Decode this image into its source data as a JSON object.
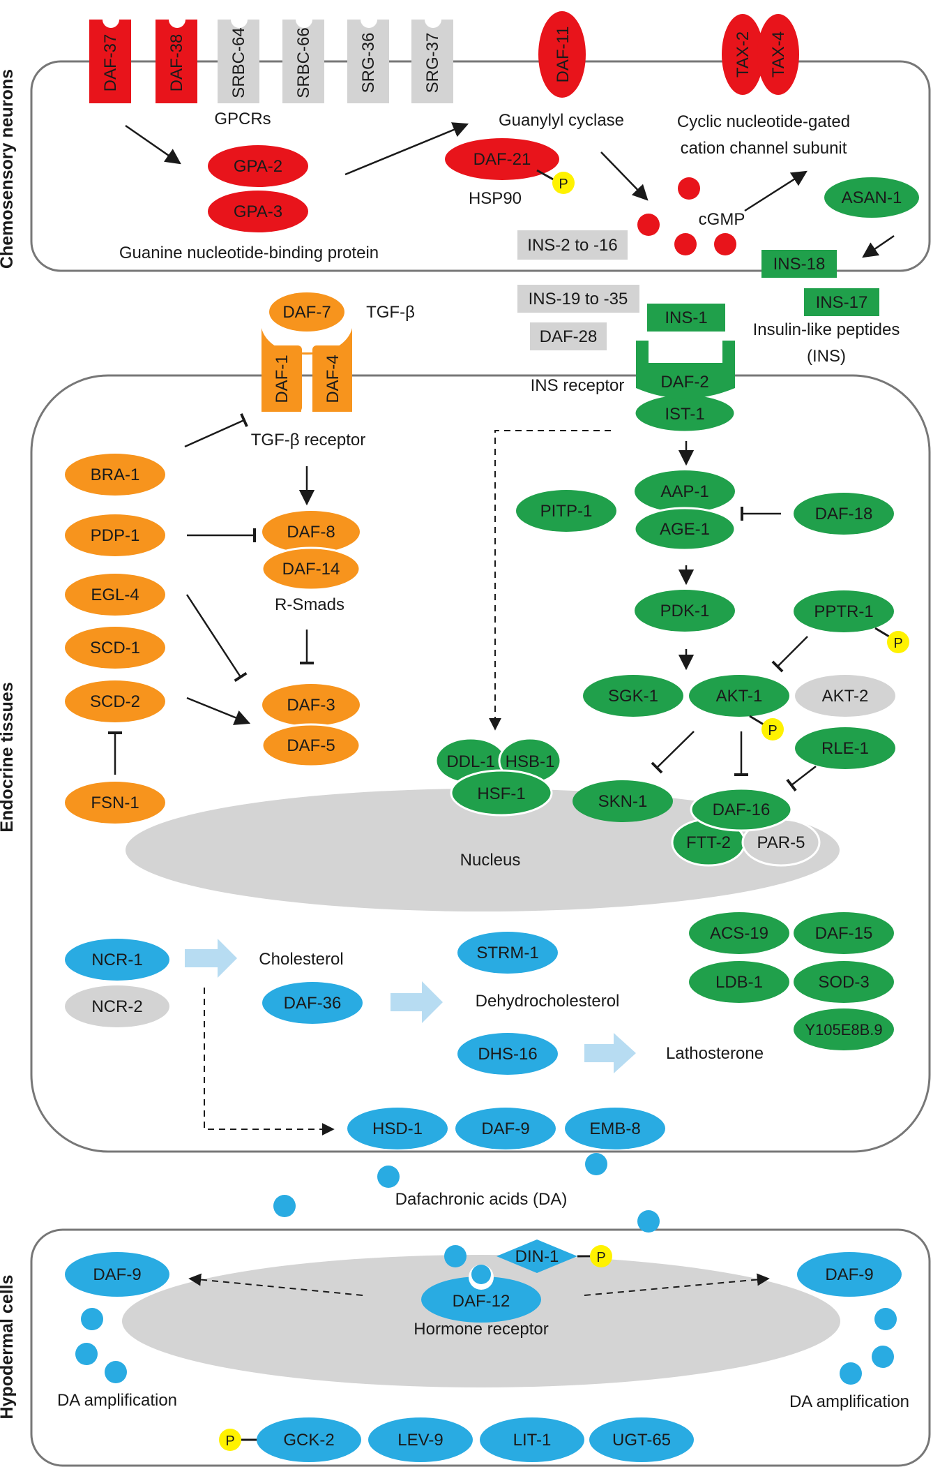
{
  "colors": {
    "red": "#e8141b",
    "gray": "#d3d3d3",
    "orange": "#f7941d",
    "green": "#20a04b",
    "blue": "#29abe2",
    "lightblue": "#b7dcf2",
    "yellow": "#fff200"
  },
  "sections": {
    "chemosensory": "Chemosensory neurons",
    "endocrine": "Endocrine tissues",
    "hypodermal": "Hypodermal cells"
  },
  "chemo": {
    "gpcr_receptors": [
      "DAF-37",
      "DAF-38",
      "SRBC-64",
      "SRBC-66",
      "SRG-36",
      "SRG-37"
    ],
    "gpcrs_label": "GPCRs",
    "gpa2": "GPA-2",
    "gpa3": "GPA-3",
    "gprotein_label": "Guanine nucleotide-binding protein",
    "daf11": "DAF-11",
    "cyclase_label": "Guanylyl cyclase",
    "daf21": "DAF-21",
    "hsp90_label": "HSP90",
    "tax2": "TAX-2",
    "tax4": "TAX-4",
    "channel_label_1": "Cyclic nucleotide-gated",
    "channel_label_2": "cation channel subunit",
    "cgmp_label": "cGMP",
    "asan1": "ASAN-1",
    "ins2_16": "INS-2 to -16",
    "ins18": "INS-18"
  },
  "ins": {
    "ins19_35": "INS-19 to -35",
    "daf28": "DAF-28",
    "ins17": "INS-17",
    "ins1": "INS-1",
    "peptides_1": "Insulin-like peptides",
    "peptides_2": "(INS)",
    "receptor_label": "INS receptor",
    "daf2": "DAF-2",
    "ist1": "IST-1"
  },
  "tgf": {
    "daf7": "DAF-7",
    "tgfb_label": "TGF-β",
    "daf1": "DAF-1",
    "daf4": "DAF-4",
    "receptor_label": "TGF-β receptor",
    "daf8": "DAF-8",
    "daf14": "DAF-14",
    "rsmads": "R-Smads",
    "daf3": "DAF-3",
    "daf5": "DAF-5",
    "bra1": "BRA-1",
    "pdp1": "PDP-1",
    "egl4": "EGL-4",
    "scd1": "SCD-1",
    "scd2": "SCD-2",
    "fsn1": "FSN-1"
  },
  "pi3k": {
    "aap1": "AAP-1",
    "age1": "AGE-1",
    "pitp1": "PITP-1",
    "daf18": "DAF-18",
    "pdk1": "PDK-1",
    "pptr1": "PPTR-1",
    "sgk1": "SGK-1",
    "akt1": "AKT-1",
    "akt2": "AKT-2",
    "rle1": "RLE-1",
    "skn1": "SKN-1",
    "daf16": "DAF-16",
    "ftt2": "FTT-2",
    "par5": "PAR-5",
    "ddl1": "DDL-1",
    "hsb1": "HSB-1",
    "hsf1": "HSF-1",
    "nucleus": "Nucleus"
  },
  "targets": {
    "acs19": "ACS-19",
    "daf15": "DAF-15",
    "ldb1": "LDB-1",
    "sod3": "SOD-3",
    "y105": "Y105E8B.9"
  },
  "steroid": {
    "ncr1": "NCR-1",
    "ncr2": "NCR-2",
    "cholesterol": "Cholesterol",
    "strm1": "STRM-1",
    "daf36": "DAF-36",
    "dehydro": "Dehydrocholesterol",
    "dhs16": "DHS-16",
    "lathosterone": "Lathosterone",
    "hsd1": "HSD-1",
    "daf9": "DAF-9",
    "emb8": "EMB-8",
    "da_label": "Dafachronic acids (DA)"
  },
  "hypo": {
    "daf9_left": "DAF-9",
    "daf9_right": "DAF-9",
    "din1": "DIN-1",
    "daf12": "DAF-12",
    "receptor_label": "Hormone receptor",
    "amp_left": "DA amplification",
    "amp_right": "DA amplification",
    "gck2": "GCK-2",
    "lev9": "LEV-9",
    "lit1": "LIT-1",
    "ugt65": "UGT-65"
  },
  "phospho": "P"
}
